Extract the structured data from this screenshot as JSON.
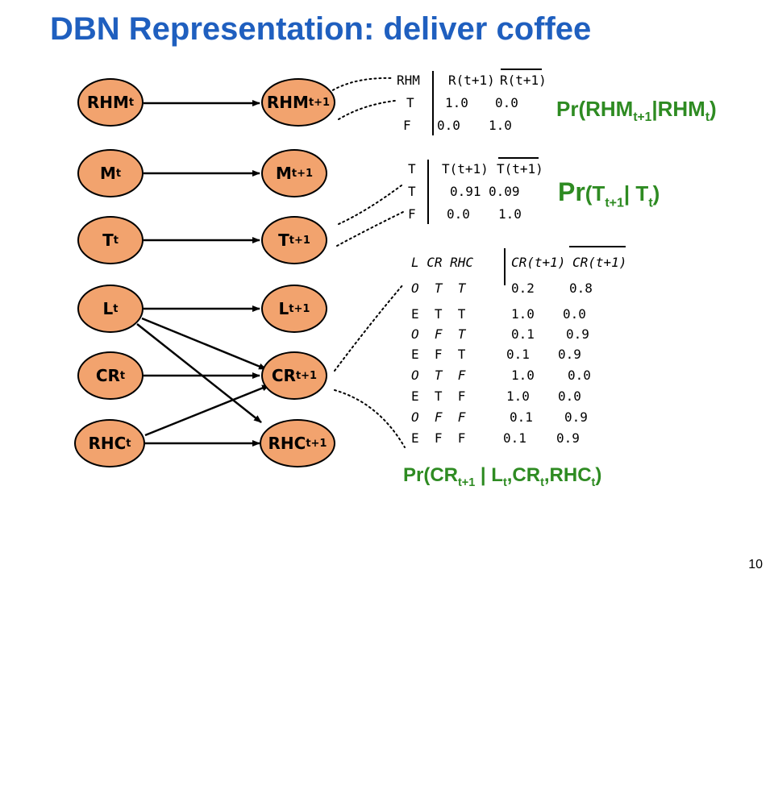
{
  "title": "DBN Representation: deliver coffee",
  "page_number": "10",
  "nodes": {
    "rhm_t": {
      "base": "RHM",
      "sub": "t"
    },
    "rhm_t1": {
      "base": "RHM",
      "sub": "t+1"
    },
    "m_t": {
      "base": "M",
      "sub": "t"
    },
    "m_t1": {
      "base": "M",
      "sub": "t+1"
    },
    "t_t": {
      "base": "T",
      "sub": "t"
    },
    "t_t1": {
      "base": "T",
      "sub": "t+1"
    },
    "l_t": {
      "base": "L",
      "sub": "t"
    },
    "l_t1": {
      "base": "L",
      "sub": "t+1"
    },
    "cr_t": {
      "base": "CR",
      "sub": "t"
    },
    "cr_t1": {
      "base": "CR",
      "sub": "t+1"
    },
    "rhc_t": {
      "base": "RHC",
      "sub": "t"
    },
    "rhc_t1": {
      "base": "RHC",
      "sub": "t+1"
    }
  },
  "table_rhm": {
    "header": [
      "RHM",
      "R(t+1)",
      "R(t+1)"
    ],
    "rows": [
      [
        "T",
        "1.0",
        "0.0"
      ],
      [
        "F",
        "0.0",
        "1.0"
      ]
    ]
  },
  "table_t": {
    "header": [
      "T",
      "T(t+1)",
      "T(t+1)"
    ],
    "rows": [
      [
        "T",
        "0.91",
        "0.09"
      ],
      [
        "F",
        "0.0",
        "1.0"
      ]
    ]
  },
  "table_cr": {
    "header": [
      "L CR RHC",
      "CR(t+1)",
      "CR(t+1)"
    ],
    "rows": [
      [
        "O  T  T",
        "0.2",
        "0.8"
      ],
      [
        "E  T  T",
        "1.0",
        "0.0"
      ],
      [
        "O  F  T",
        "0.1",
        "0.9"
      ],
      [
        "E  F  T",
        "0.1",
        "0.9"
      ],
      [
        "O  T  F",
        "1.0",
        "0.0"
      ],
      [
        "E  T  F",
        "1.0",
        "0.0"
      ],
      [
        "O  F  F",
        "0.1",
        "0.9"
      ],
      [
        "E  F  F",
        "0.1",
        "0.9"
      ]
    ]
  },
  "labels": {
    "rhm": {
      "p": "Pr(",
      "a": "RHM",
      "as": "t+1",
      "mid": "|RHM",
      "bs": "t",
      "end": ")"
    },
    "t": {
      "p": "Pr",
      "a": "(T",
      "as": "t+1",
      "mid": "| T",
      "bs": "t",
      "end": ")"
    },
    "cr": {
      "p": "Pr(",
      "a": "CR",
      "as": "t+1",
      "mid": " | L",
      "bs": "t",
      "c1": ",CR",
      "cs": "t",
      "c2": ",RHC",
      "ds": "t",
      "end": ")"
    }
  }
}
